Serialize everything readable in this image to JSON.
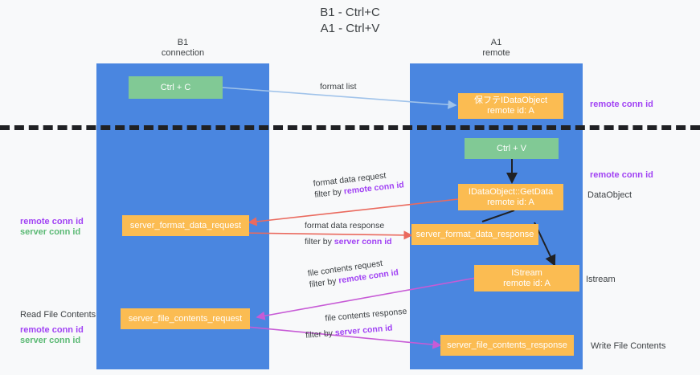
{
  "title": {
    "line1": "B1 - Ctrl+C",
    "line2": "A1 - Ctrl+V"
  },
  "columns": [
    {
      "name": "B1",
      "role": "connection"
    },
    {
      "name": "A1",
      "role": "remote"
    }
  ],
  "colors": {
    "lane": "#4a86e0",
    "green_box": "#81c995",
    "orange_box": "#fbbc52",
    "remote_conn_id": "#a142f4",
    "server_conn_id": "#5bb974",
    "arrow_blue": "#a0c3ea",
    "arrow_red": "#ea6a5e",
    "arrow_magenta": "#c householder",
    "arrow_black": "#202124",
    "background": "#f8f9fa",
    "text": "#3c4043"
  },
  "boxes": {
    "ctrl_c": "Ctrl + C",
    "ctrl_v": "Ctrl + V",
    "idataobject": {
      "line1": "保フテIDataObject",
      "line2": "remote id: A"
    },
    "getdata": {
      "line1": "IDataObject::GetData",
      "line2": "remote id: A"
    },
    "istream": {
      "line1": "IStream",
      "line2": "remote id: A"
    },
    "server_format_data_request": "server_format_data_request",
    "server_format_data_response": "server_format_data_response",
    "server_file_contents_request": "server_file_contents_request",
    "server_file_contents_response": "server_file_contents_response"
  },
  "flows": [
    {
      "id": "format-list",
      "label": "format list",
      "filter": ""
    },
    {
      "id": "format-data-request",
      "label": "format data request",
      "filter_prefix": "filter by ",
      "filter_key": "remote conn id"
    },
    {
      "id": "format-data-response",
      "label": "format data response",
      "filter_prefix": "filter by ",
      "filter_key": "server conn id"
    },
    {
      "id": "file-contents-request",
      "label": "file contents request",
      "filter_prefix": "filter by ",
      "filter_key": "remote conn id"
    },
    {
      "id": "file-contents-response",
      "label": "file contents response",
      "filter_prefix": "filter by ",
      "filter_key": "server conn id"
    }
  ],
  "side_labels": {
    "right_remote_conn_id_top": "remote conn id",
    "right_remote_conn_id_mid": "remote conn id",
    "right_dataobject": "DataObject",
    "right_istream": "Istream",
    "right_write_file_contents": "Write File Contents",
    "left_remote_conn_id_1": "remote conn id",
    "left_server_conn_id_1": "server conn id",
    "left_read_file_contents": "Read File Contents",
    "left_remote_conn_id_2": "remote conn id",
    "left_server_conn_id_2": "server conn id"
  }
}
